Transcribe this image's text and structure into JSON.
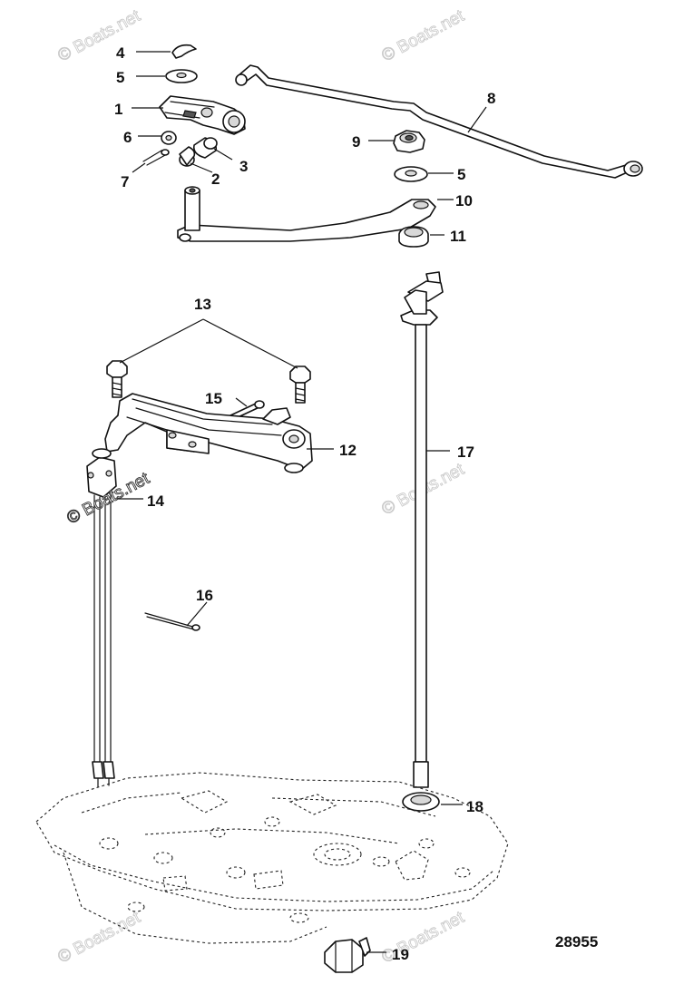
{
  "diagram": {
    "id": "28955",
    "watermark": "© Boats.net",
    "callouts": [
      "1",
      "2",
      "3",
      "4",
      "5",
      "5",
      "6",
      "7",
      "8",
      "9",
      "10",
      "11",
      "12",
      "13",
      "14",
      "15",
      "16",
      "17",
      "18",
      "19"
    ]
  },
  "colors": {
    "line": "#111111",
    "shade": "#d8d8d8",
    "watermark": "#c8c8c8",
    "background": "#ffffff"
  },
  "icons": [
    "exploded-parts-drawing"
  ]
}
